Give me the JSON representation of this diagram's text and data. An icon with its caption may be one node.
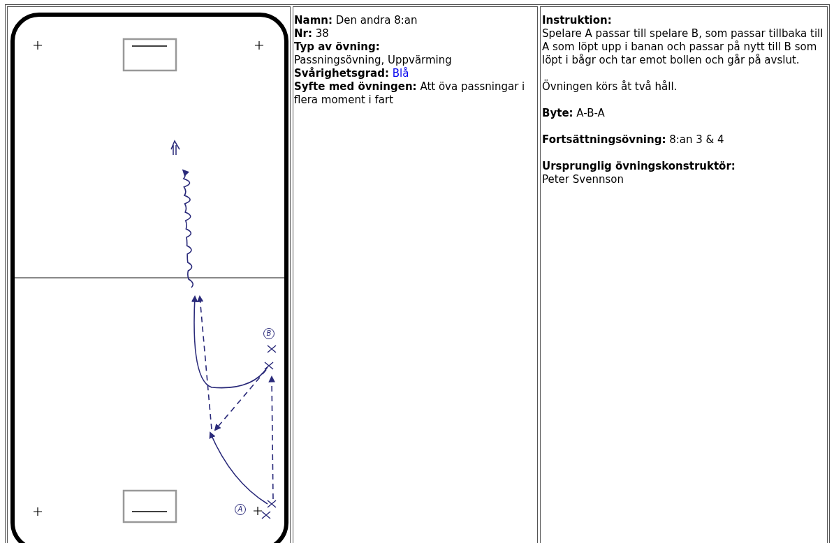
{
  "diagram": {
    "nodes": [
      {
        "text": [
          "B"
        ]
      },
      {
        "text": [
          "A"
        ]
      }
    ],
    "labels": [
      "**Namn:** Den andra 8:an",
      "**Nr:** 38",
      "Typ av övning:",
      "Passningsövning, Uppvärming",
      "Svårighetsgrad:",
      "Blå",
      "**Syfte med övningen:** Att öva passningar i flera moment i fart",
      "Instruktion:",
      "Spelare A passar till spelare B, som passar tillbaka till A som löpt upp i banan och passar på nytt till B som löpt i bågr och tar emot bollen och går på avslut.",
      "Övningen körs åt två håll.",
      "**Byte:** A-B-A",
      "**Fortsättningsövning:** 8:an 3 & 4",
      "Ursprunglig övningskonstruktör:",
      "Peter Svennson"
    ]
  }
}
